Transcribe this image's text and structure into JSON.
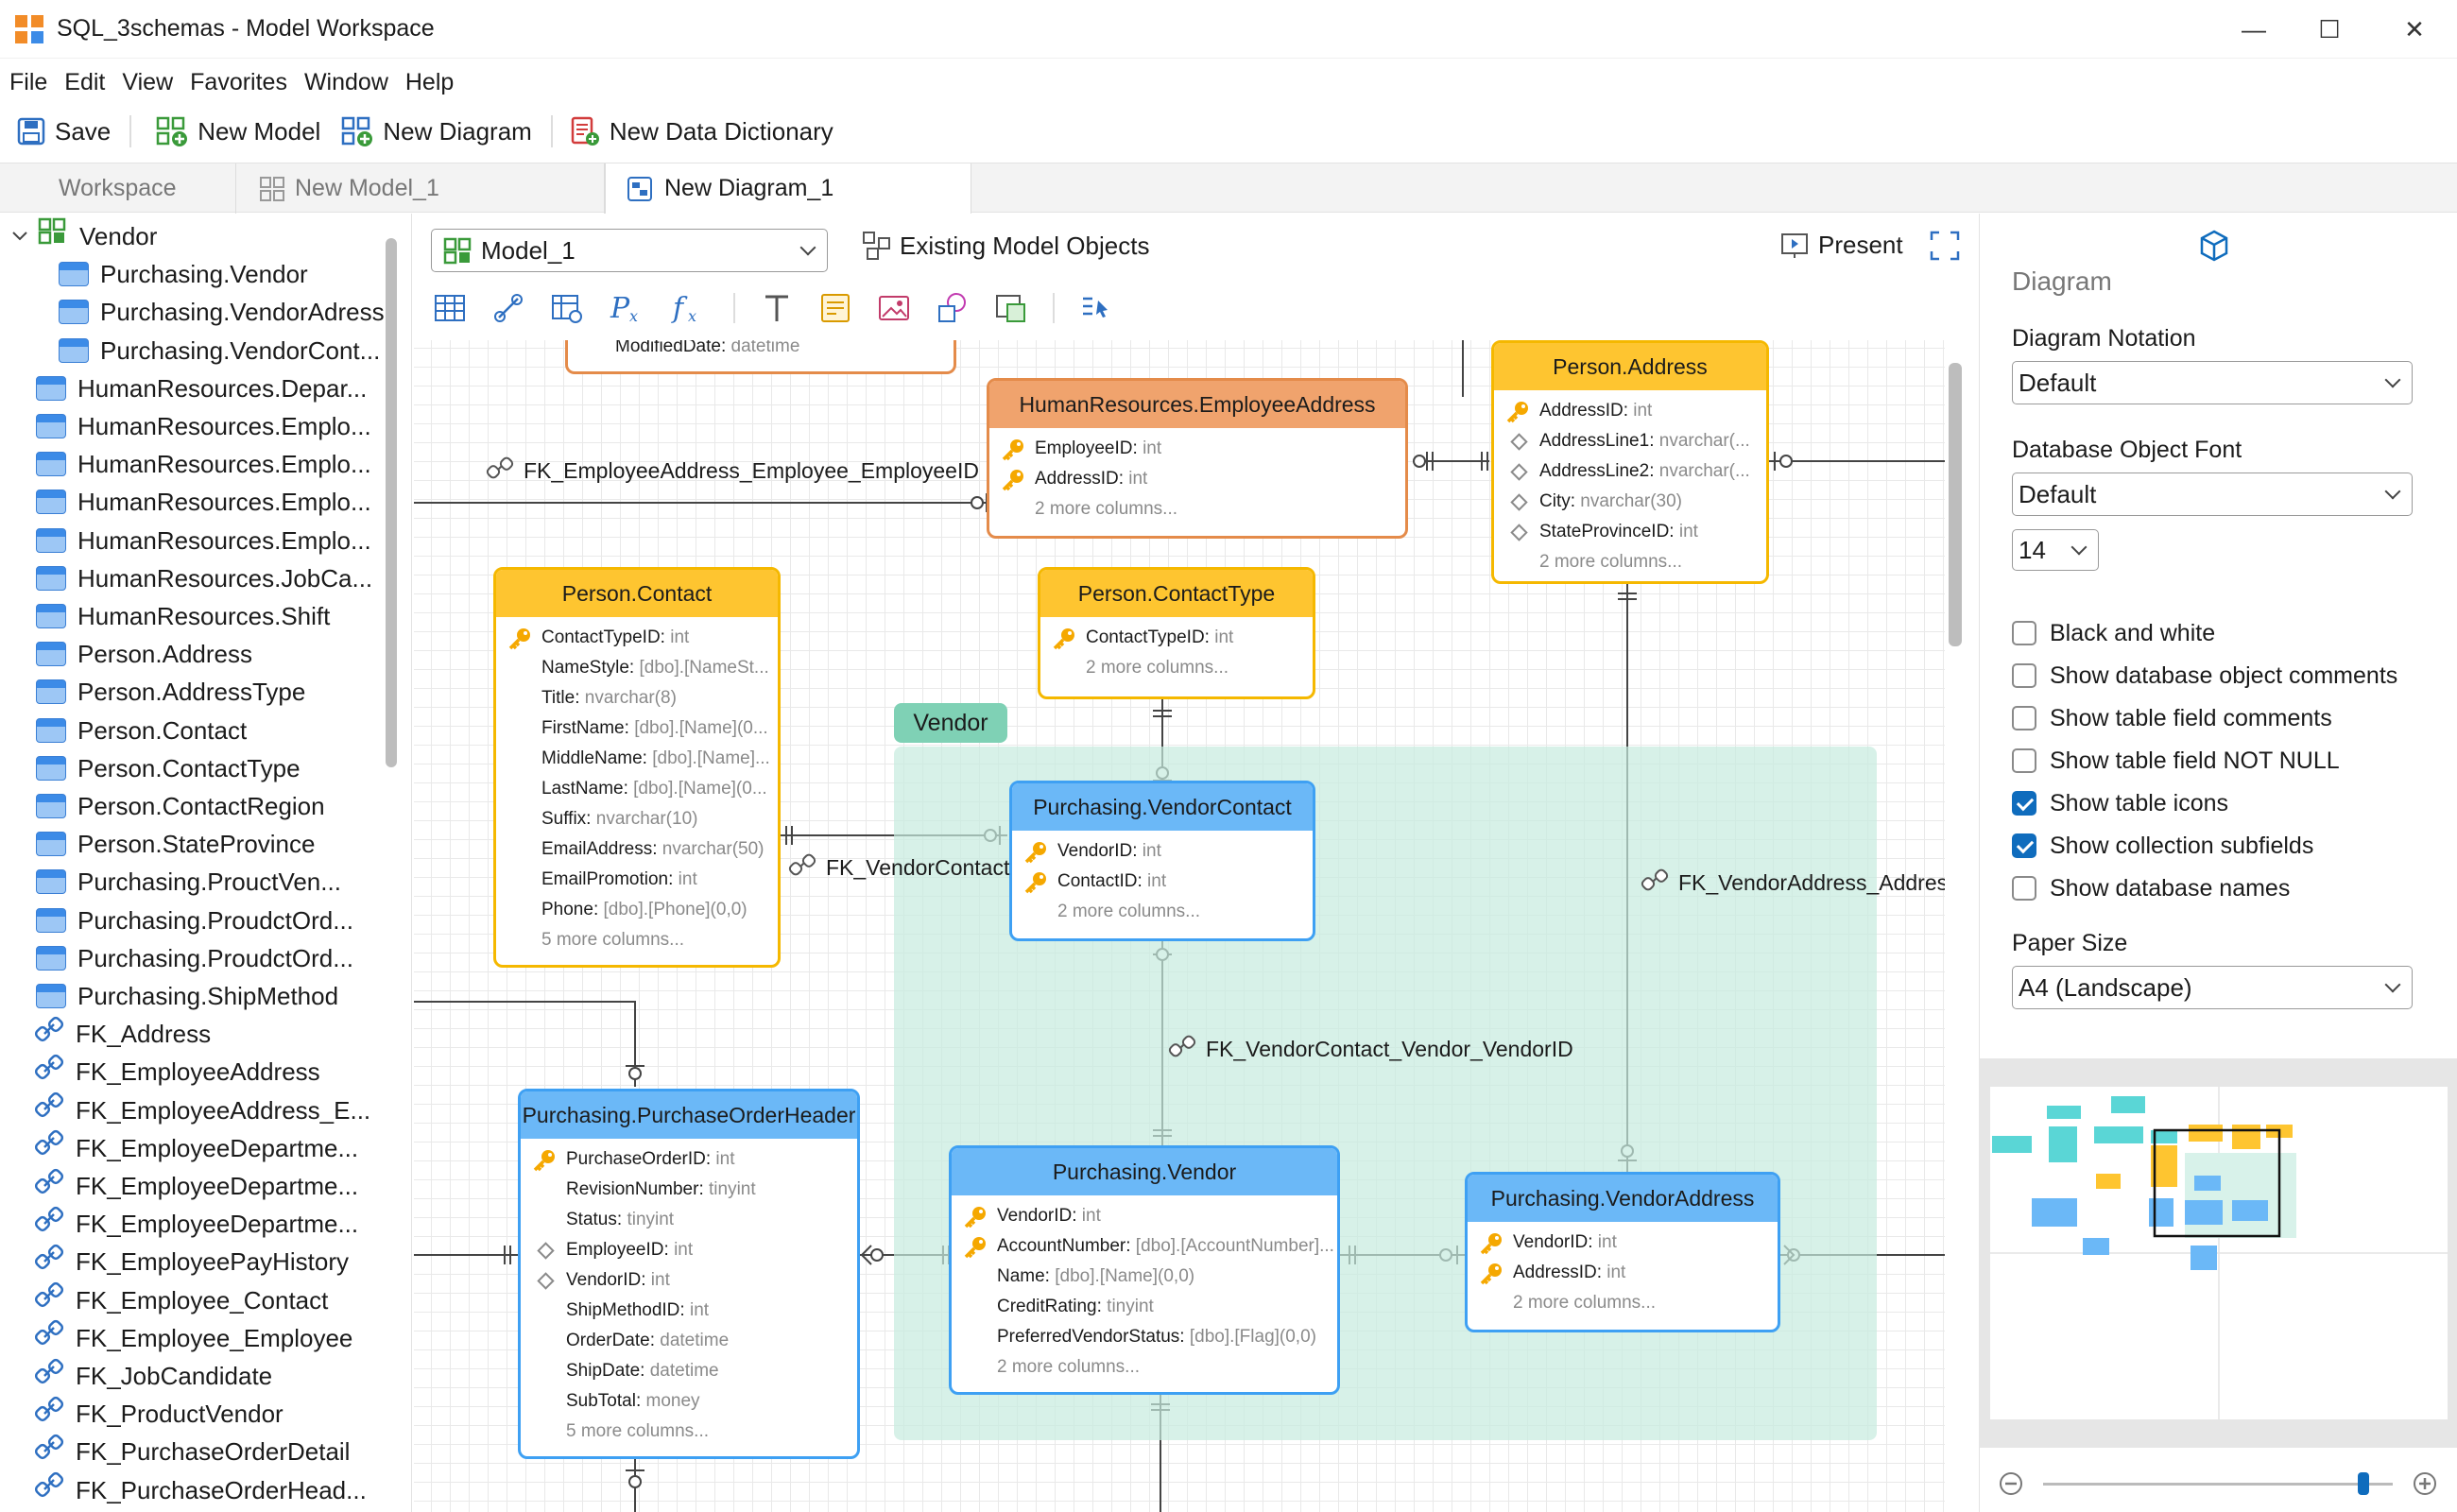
{
  "window": {
    "title": "SQL_3schemas - Model Workspace",
    "minimize": "—",
    "maximize": "☐",
    "close": "✕"
  },
  "menu": [
    "File",
    "Edit",
    "View",
    "Favorites",
    "Window",
    "Help"
  ],
  "toolbar": {
    "save": "Save",
    "new_model": "New Model",
    "new_diagram": "New Diagram",
    "new_data_dictionary": "New Data Dictionary"
  },
  "tabs": [
    "Workspace",
    "New Model_1",
    "New Diagram_1"
  ],
  "tree": {
    "root": "Vendor",
    "children": [
      "Purchasing.Vendor",
      "Purchasing.VendorAdress",
      "Purchasing.VendorCont..."
    ],
    "tables": [
      "HumanResources.Depar...",
      "HumanResources.Emplo...",
      "HumanResources.Emplo...",
      "HumanResources.Emplo...",
      "HumanResources.Emplo...",
      "HumanResources.JobCa...",
      "HumanResources.Shift",
      "Person.Address",
      "Person.AddressType",
      "Person.Contact",
      "Person.ContactType",
      "Person.ContactRegion",
      "Person.StateProvince",
      "Purchasing.ProuctVen...",
      "Purchasing.ProudctOrd...",
      "Purchasing.ProudctOrd...",
      "Purchasing.ShipMethod"
    ],
    "fks": [
      "FK_Address",
      "FK_EmployeeAddress",
      "FK_EmployeeAddress_E...",
      "FK_EmployeeDepartme...",
      "FK_EmployeeDepartme...",
      "FK_EmployeeDepartme...",
      "FK_EmployeePayHistory",
      "FK_Employee_Contact",
      "FK_Employee_Employee",
      "FK_JobCandidate",
      "FK_ProductVendor",
      "FK_PurchaseOrderDetail",
      "FK_PurchaseOrderHead..."
    ]
  },
  "diagram_header": {
    "model": "Model_1",
    "existing": "Existing Model Objects",
    "present": "Present"
  },
  "group": {
    "label": "Vendor"
  },
  "partial_entity": {
    "name": "ModifiedDate:",
    "type": "datetime"
  },
  "entities": {
    "employee_address": {
      "title": "HumanResources.EmployeeAddress",
      "rows": [
        {
          "name": "EmployeeID:",
          "type": "int"
        },
        {
          "name": "AddressID:",
          "type": "int"
        }
      ],
      "more": "2 more columns..."
    },
    "person_address": {
      "title": "Person.Address",
      "rows": [
        {
          "name": "AddressID:",
          "type": "int"
        },
        {
          "name": "AddressLine1:",
          "type": "nvarchar(..."
        },
        {
          "name": "AddressLine2:",
          "type": "nvarchar(..."
        },
        {
          "name": "City:",
          "type": "nvarchar(30)"
        },
        {
          "name": "StateProvinceID:",
          "type": "int"
        }
      ],
      "more": "2 more columns..."
    },
    "person_contact": {
      "title": "Person.Contact",
      "rows": [
        {
          "name": "ContactTypeID:",
          "type": "int"
        },
        {
          "name": "NameStyle:",
          "type": "[dbo].[NameSt..."
        },
        {
          "name": "Title:",
          "type": "nvarchar(8)"
        },
        {
          "name": "FirstName:",
          "type": "[dbo].[Name](0..."
        },
        {
          "name": "MiddleName:",
          "type": "[dbo].[Name]..."
        },
        {
          "name": "LastName:",
          "type": "[dbo].[Name](0..."
        },
        {
          "name": "Suffix:",
          "type": "nvarchar(10)"
        },
        {
          "name": "EmailAddress:",
          "type": "nvarchar(50)"
        },
        {
          "name": "EmailPromotion:",
          "type": "int"
        },
        {
          "name": "Phone:",
          "type": "[dbo].[Phone](0,0)"
        }
      ],
      "more": "5 more columns..."
    },
    "contact_type": {
      "title": "Person.ContactType",
      "rows": [
        {
          "name": "ContactTypeID:",
          "type": "int"
        }
      ],
      "more": "2 more columns..."
    },
    "vendor_contact": {
      "title": "Purchasing.VendorContact",
      "rows": [
        {
          "name": "VendorID:",
          "type": "int"
        },
        {
          "name": "ContactID:",
          "type": "int"
        }
      ],
      "more": "2 more columns..."
    },
    "po_header": {
      "title": "Purchasing.PurchaseOrderHeader",
      "rows": [
        {
          "name": "PurchaseOrderID:",
          "type": "int"
        },
        {
          "name": "RevisionNumber:",
          "type": "tinyint"
        },
        {
          "name": "Status:",
          "type": "tinyint"
        },
        {
          "name": "EmployeeID:",
          "type": "int"
        },
        {
          "name": "VendorID:",
          "type": "int"
        },
        {
          "name": "ShipMethodID:",
          "type": "int"
        },
        {
          "name": "OrderDate:",
          "type": "datetime"
        },
        {
          "name": "ShipDate:",
          "type": "datetime"
        },
        {
          "name": "SubTotal:",
          "type": "money"
        }
      ],
      "more": "5 more columns..."
    },
    "vendor": {
      "title": "Purchasing.Vendor",
      "rows": [
        {
          "name": "VendorID:",
          "type": "int"
        },
        {
          "name": "AccountNumber:",
          "type": "[dbo].[AccountNumber]..."
        },
        {
          "name": "Name:",
          "type": "[dbo].[Name](0,0)"
        },
        {
          "name": "CreditRating:",
          "type": "tinyint"
        },
        {
          "name": "PreferredVendorStatus:",
          "type": "[dbo].[Flag](0,0)"
        }
      ],
      "more": "2 more columns..."
    },
    "vendor_address": {
      "title": "Purchasing.VendorAddress",
      "rows": [
        {
          "name": "VendorID:",
          "type": "int"
        },
        {
          "name": "AddressID:",
          "type": "int"
        }
      ],
      "more": "2 more columns..."
    }
  },
  "fk_labels": {
    "emp_addr": "FK_EmployeeAddress_Employee_EmployeeID",
    "vendor_contact": "FK_VendorContact",
    "vc_vendor": "FK_VendorContact_Vendor_VendorID",
    "va_address": "FK_VendorAddress_Address_"
  },
  "panel": {
    "section": "Diagram",
    "notation_label": "Diagram Notation",
    "notation_value": "Default",
    "font_label": "Database Object Font",
    "font_value": "Default",
    "font_size": "14",
    "checks": [
      {
        "label": "Black and white",
        "checked": false
      },
      {
        "label": "Show database object comments",
        "checked": false
      },
      {
        "label": "Show table field comments",
        "checked": false
      },
      {
        "label": "Show table field NOT NULL",
        "checked": false
      },
      {
        "label": "Show table icons",
        "checked": true
      },
      {
        "label": "Show collection subfields",
        "checked": true
      },
      {
        "label": "Show database names",
        "checked": false
      }
    ],
    "paper_label": "Paper Size",
    "paper_value": "A4 (Landscape)"
  },
  "zoom": {
    "level": 0.43
  },
  "colors": {
    "yellow": "#fec530",
    "orange": "#f0a36d",
    "blue": "#6bb8f7",
    "group": "#b9e6d6",
    "accent": "#0f6cbd"
  }
}
